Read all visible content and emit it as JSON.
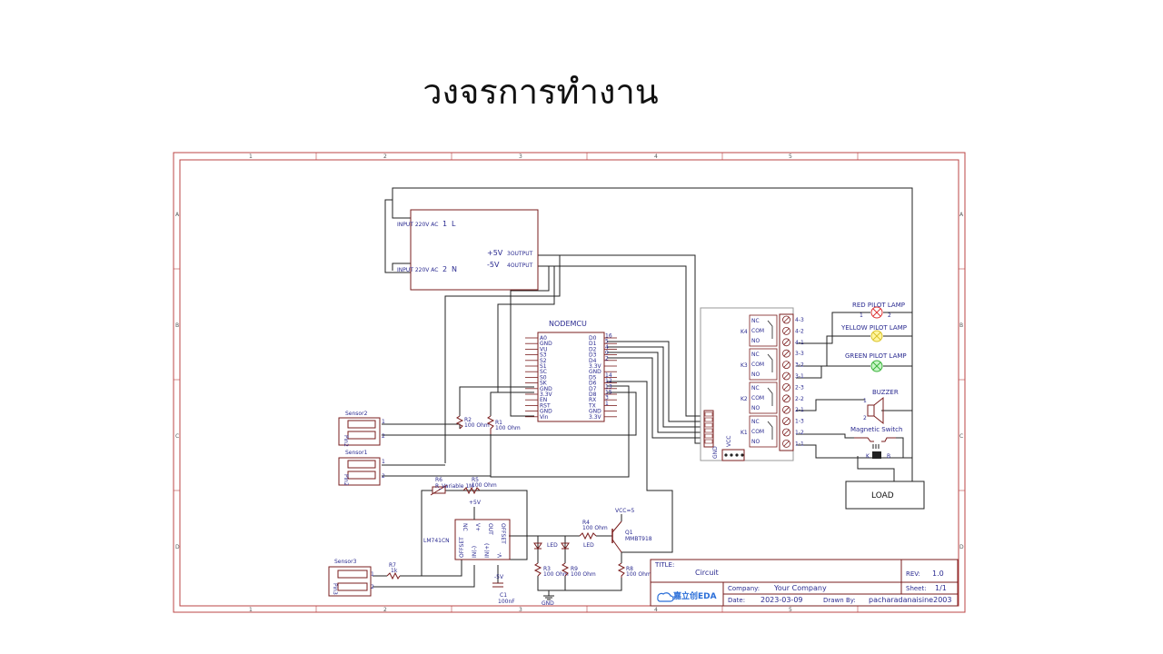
{
  "slide": {
    "title": "วงจรการทำงาน"
  },
  "frame": {
    "cols": [
      "1",
      "2",
      "3",
      "4",
      "5"
    ],
    "rows": [
      "A",
      "B",
      "C",
      "D"
    ]
  },
  "power_supply": {
    "in_l": "INPUT 220V AC",
    "in_l_num": "1",
    "in_l_pin": "L",
    "in_n": "INPUT 220V AC",
    "in_n_num": "2",
    "in_n_pin": "N",
    "out_p": "+5V",
    "out_p_pin": "3OUTPUT",
    "out_n": "-5V",
    "out_n_pin": "4OUTPUT"
  },
  "nodemcu": {
    "name": "NODEMCU",
    "left_pins": [
      "A0",
      "GND",
      "VU",
      "S3",
      "S2",
      "S1",
      "SC",
      "S0",
      "SK",
      "GND",
      "3.3V",
      "EN",
      "RST",
      "GND",
      "Vin"
    ],
    "right_pins": [
      "D0",
      "D1",
      "D2",
      "D3",
      "D4",
      "3.3V",
      "GND",
      "D5",
      "D6",
      "D7",
      "D8",
      "RX",
      "TX",
      "GND",
      "3.3V"
    ],
    "right_nums": [
      "16",
      "5",
      "4",
      "0",
      "2",
      "",
      "",
      "14",
      "12",
      "13",
      "15",
      "3",
      "1",
      "",
      ""
    ]
  },
  "relay": {
    "channels": [
      "K4",
      "K3",
      "K2",
      "K1"
    ],
    "contacts": [
      "NC",
      "COM",
      "NO"
    ],
    "terms": [
      "4-3",
      "4-2",
      "4-1",
      "3-3",
      "3-2",
      "3-1",
      "2-3",
      "2-2",
      "2-1",
      "1-3",
      "1-2",
      "1-1"
    ],
    "vcc": "VCC",
    "gnd": "GND"
  },
  "outputs": {
    "red": "RED PILOT LAMP",
    "red_p1": "1",
    "red_p2": "2",
    "yellow": "YELLOW PILOT LAMP",
    "green": "GREEN PILOT LAMP",
    "buzzer": "BUZZER",
    "buzzer_p1": "1",
    "buzzer_p2": "2",
    "mag": "Magnetic Switch",
    "mag_k": "K",
    "mag_b": "B",
    "load": "LOAD"
  },
  "sensors": {
    "s2": "Sensor2",
    "s1": "Sensor1",
    "s3": "Sensor3",
    "header": "Pin2",
    "header3": "Pin3",
    "p1": "1",
    "p2": "2"
  },
  "resistors": {
    "r2": "R2",
    "r2v": "100 Ohm",
    "r1": "R1",
    "r1v": "100 Ohm",
    "r6": "R6",
    "r6v": "R_Variable 1M",
    "r5": "R5",
    "r5v": "100 Ohm",
    "r4": "R4",
    "r4v": "100 Ohm",
    "r3": "R3",
    "r3v": "100 Ohm",
    "r9": "R9",
    "r9v": "100 Ohm",
    "r8": "R8",
    "r8v": "100 Ohm",
    "r7": "R7",
    "r7v": "1k"
  },
  "opamp": {
    "name": "LM741CN",
    "vpos": "+5V",
    "vneg": "-5V",
    "pins_top": [
      "NC",
      "V+",
      "OUT",
      "OFFSET"
    ],
    "pins_bot": [
      "OFFSET",
      "IN(-)",
      "IN(+)",
      "V-"
    ]
  },
  "misc": {
    "c1": "C1",
    "c1v": "100nF",
    "gnd": "GND",
    "vcc5": "VCC=5",
    "q1": "Q1",
    "q1v": "MMBT918",
    "led1": "LED",
    "led2": "LED"
  },
  "title_block": {
    "title_label": "TITLE:",
    "title": "Circuit",
    "rev_label": "REV:",
    "rev": "1.0",
    "company_label": "Company:",
    "company": "Your Company",
    "sheet_label": "Sheet:",
    "sheet": "1/1",
    "date_label": "Date:",
    "date": "2023-03-09",
    "drawn_label": "Drawn By:",
    "drawn": "pacharadanaisine2003",
    "logo": "嘉立创EDA"
  }
}
